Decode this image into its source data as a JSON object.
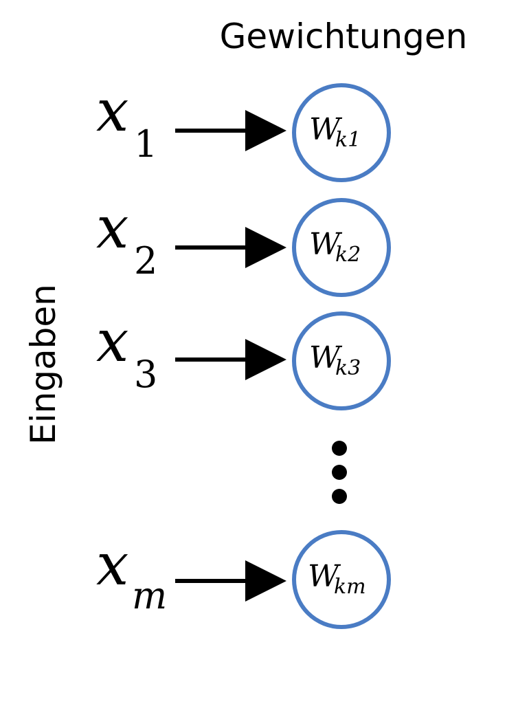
{
  "diagram": {
    "title": "Gewichtungen",
    "side_label": "Eingaben",
    "colors": {
      "node_stroke": "#4a7cc4",
      "arrow": "#000000",
      "text": "#000000"
    },
    "rows": [
      {
        "input_var": "x",
        "input_sub": "1",
        "weight_var": "W",
        "weight_sub": "k1"
      },
      {
        "input_var": "x",
        "input_sub": "2",
        "weight_var": "W",
        "weight_sub": "k2"
      },
      {
        "input_var": "x",
        "input_sub": "3",
        "weight_var": "W",
        "weight_sub": "k3"
      },
      {
        "input_var": "x",
        "input_sub": "m",
        "weight_var": "W",
        "weight_sub": "km"
      }
    ],
    "ellipsis_dots": 3
  }
}
